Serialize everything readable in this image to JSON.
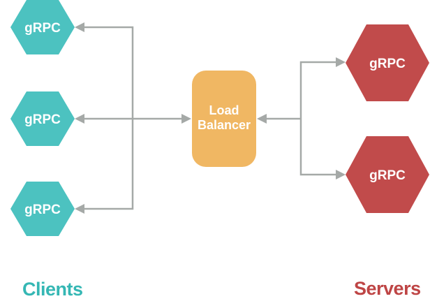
{
  "diagram": {
    "background_color": "#ffffff",
    "arrow_color": "#a5a9a7",
    "clients": {
      "group_label": "Clients",
      "group_label_color": "#35b7b4",
      "node_fill": "#4cc2c0",
      "node_text_color": "#ffffff",
      "nodes": [
        {
          "label": "gRPC"
        },
        {
          "label": "gRPC"
        },
        {
          "label": "gRPC"
        }
      ]
    },
    "load_balancer": {
      "line1": "Load",
      "line2": "Balancer",
      "fill": "#f0b763",
      "text_color": "#ffffff"
    },
    "servers": {
      "group_label": "Servers",
      "group_label_color": "#be4545",
      "node_fill": "#c14b4b",
      "node_text_color": "#ffffff",
      "nodes": [
        {
          "label": "gRPC"
        },
        {
          "label": "gRPC"
        }
      ]
    }
  }
}
